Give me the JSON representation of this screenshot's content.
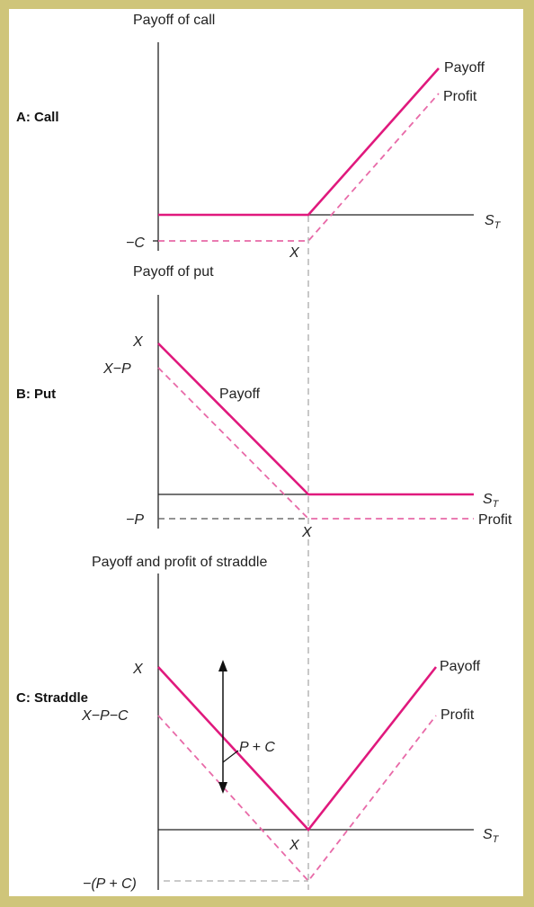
{
  "colors": {
    "border": "#cfc57a",
    "background": "#ffffff",
    "payoff": "#e0197d",
    "profit": "#e86aa8",
    "axis": "#222222",
    "guide": "#aaaaaa"
  },
  "chart_data": [
    {
      "type": "line",
      "panel_label": "A: Call",
      "y_title": "Payoff of call",
      "x_axis_label": "S",
      "x_axis_label_sub": "T",
      "x_tick_label": "X",
      "y_tick_labels": [
        "−C"
      ],
      "series": [
        {
          "name": "Payoff",
          "x": [
            "0",
            "X",
            "2X"
          ],
          "y": [
            "0",
            "0",
            "X"
          ]
        },
        {
          "name": "Profit",
          "x": [
            "0",
            "X",
            "2X"
          ],
          "y": [
            "−C",
            "−C",
            "X−C"
          ]
        }
      ]
    },
    {
      "type": "line",
      "panel_label": "B: Put",
      "y_title": "Payoff of put",
      "x_axis_label": "S",
      "x_axis_label_sub": "T",
      "x_tick_label": "X",
      "y_tick_labels": [
        "X",
        "X−P",
        "−P"
      ],
      "series": [
        {
          "name": "Payoff",
          "x": [
            "0",
            "X",
            "2X"
          ],
          "y": [
            "X",
            "0",
            "0"
          ]
        },
        {
          "name": "Profit",
          "x": [
            "0",
            "X",
            "2X"
          ],
          "y": [
            "X−P",
            "−P",
            "−P"
          ]
        }
      ]
    },
    {
      "type": "line",
      "panel_label": "C: Straddle",
      "y_title": "Payoff and profit of straddle",
      "x_axis_label": "S",
      "x_axis_label_sub": "T",
      "x_tick_label": "X",
      "y_tick_labels": [
        "X",
        "X−P−C",
        "−(P + C)"
      ],
      "annotation": "P + C",
      "series": [
        {
          "name": "Payoff",
          "x": [
            "0",
            "X",
            "2X"
          ],
          "y": [
            "X",
            "0",
            "X"
          ]
        },
        {
          "name": "Profit",
          "x": [
            "0",
            "X",
            "2X"
          ],
          "y": [
            "X−P−C",
            "−(P + C)",
            "X−P−C"
          ]
        }
      ]
    }
  ]
}
